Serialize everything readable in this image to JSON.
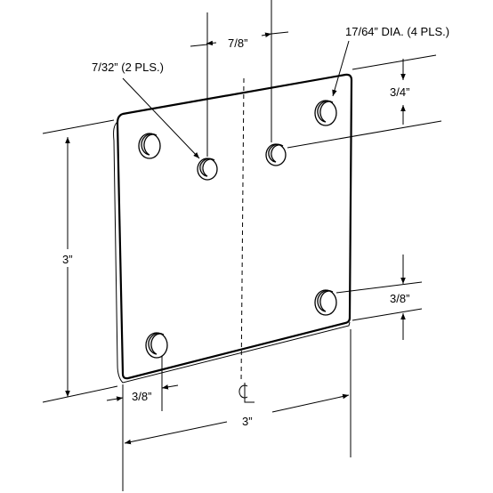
{
  "drawing": {
    "part": "rectangular mounting plate with four corner holes and two center holes",
    "labels": {
      "large_hole_callout": "17/64” DIA. (4 PLS.)",
      "small_hole_callout": "7/32” (2 PLS.)",
      "center_hole_spacing": "7/8”",
      "top_hole_offset": "3/4”",
      "bottom_right_hole_offset": "3/8”",
      "bottom_left_hole_offset": "3/8”",
      "height": "3”",
      "width": "3”",
      "centerline_symbol": "CL"
    }
  }
}
